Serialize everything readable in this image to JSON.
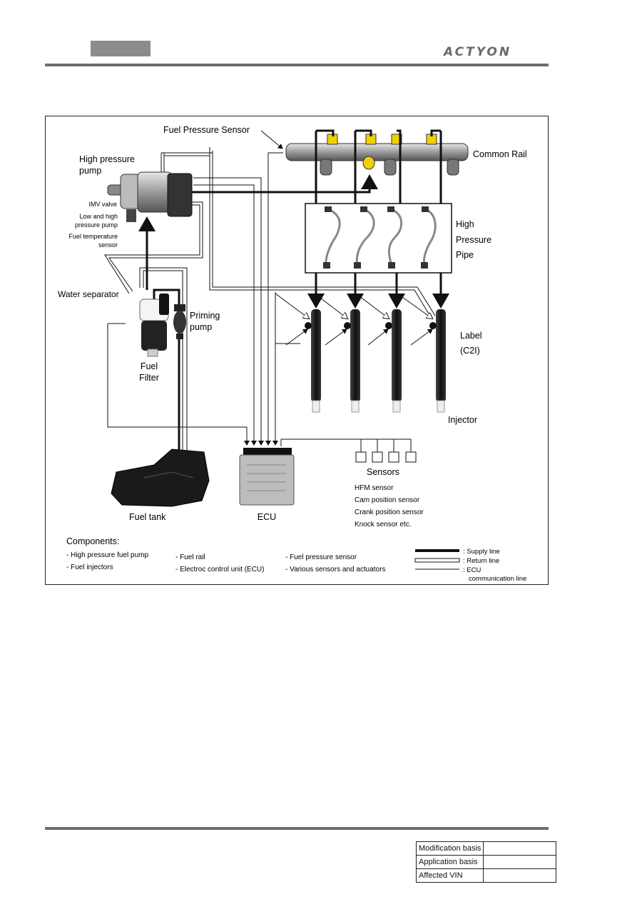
{
  "header": {
    "brand": "ACTYON"
  },
  "diagram": {
    "fuel_pressure_sensor": "Fuel Pressure Sensor",
    "high_pressure_pump": [
      "High pressure",
      "pump"
    ],
    "imv_valve": "IMV valve",
    "low_high_pump": [
      "Low and high",
      "pressure pump"
    ],
    "fuel_temp_sensor": [
      "Fuel temperature",
      "sensor"
    ],
    "water_separator": "Water separator",
    "priming_pump": [
      "Priming",
      "pump"
    ],
    "fuel_filter": [
      "Fuel",
      "Filter"
    ],
    "common_rail": "Common Rail",
    "high_pressure_pipe": [
      "High",
      "Pressure",
      "Pipe"
    ],
    "label_c2i": [
      "Label",
      "(C2I)"
    ],
    "injector": "Injector",
    "fuel_tank": "Fuel tank",
    "ecu": "ECU",
    "sensors_title": "Sensors",
    "sensors_list": [
      "HFM sensor",
      "Cam position sensor",
      "Crank position sensor",
      "Knock sensor etc."
    ],
    "components_title": "Components:",
    "components": [
      "- High pressure fuel pump",
      "- Fuel injectors",
      "- Fuel rail",
      "- Electroc control unit (ECU)",
      "- Fuel pressure sensor",
      "- Various sensors and actuators"
    ],
    "legend": [
      ": Supply line",
      ": Return line",
      ": ECU",
      "communication line"
    ]
  },
  "footer": {
    "rows": [
      {
        "label": "Modification basis",
        "value": ""
      },
      {
        "label": "Application basis",
        "value": ""
      },
      {
        "label": "Affected VIN",
        "value": ""
      }
    ]
  }
}
